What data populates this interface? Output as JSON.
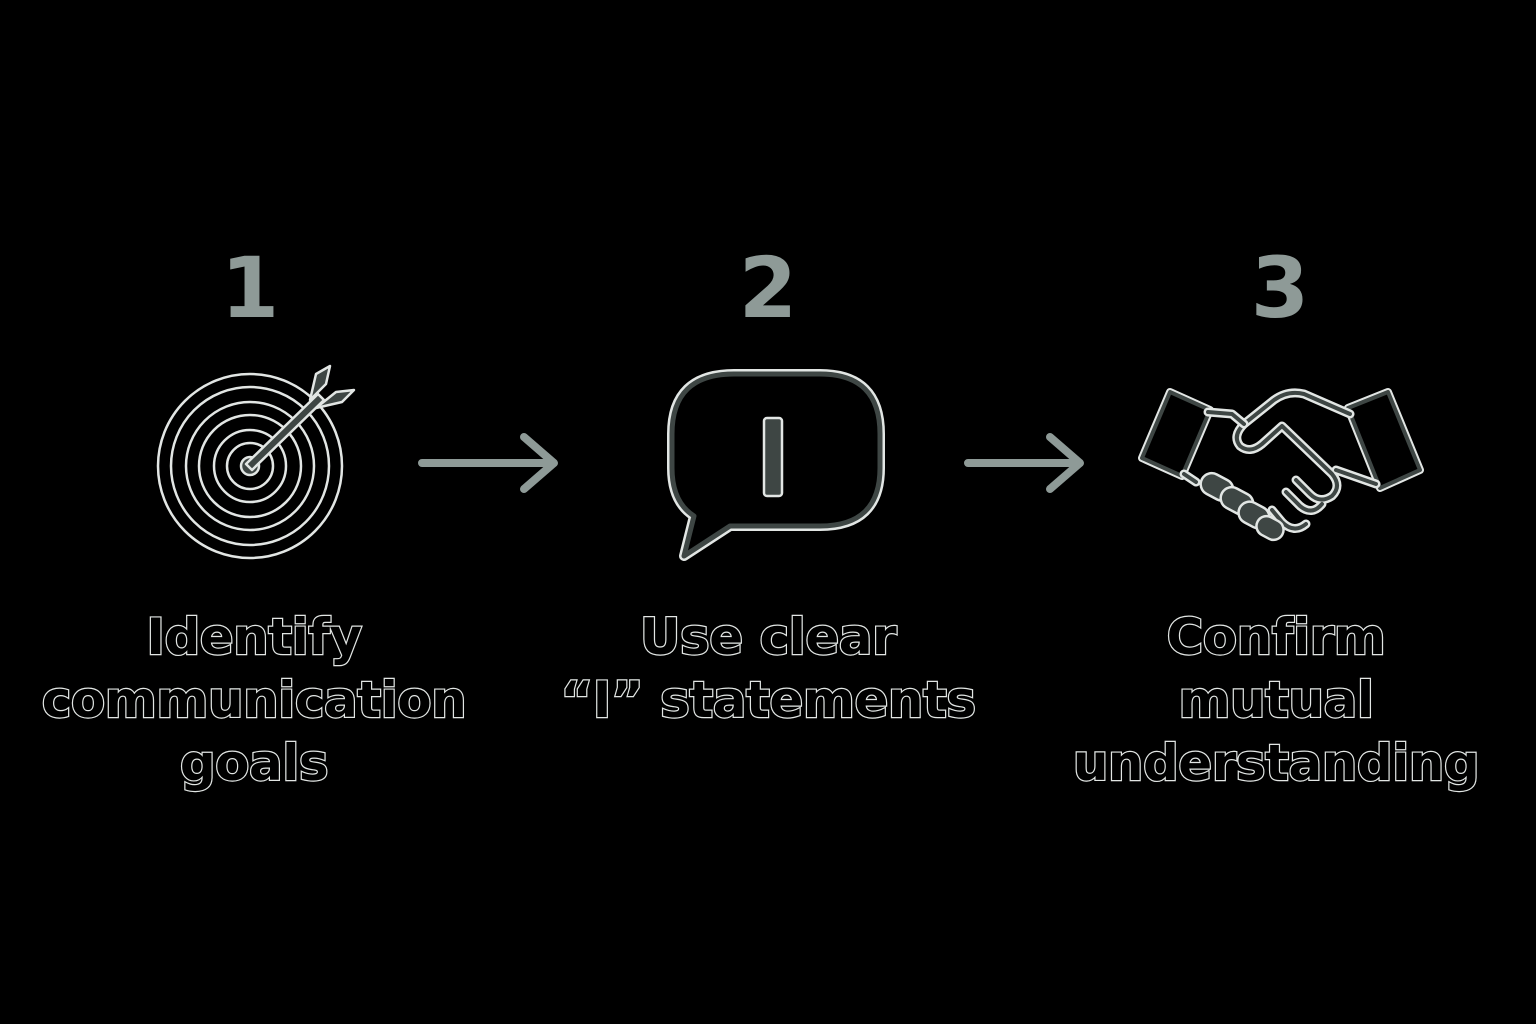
{
  "colors": {
    "background": "#000000",
    "accent": "#8e9a97",
    "outline": "#e2e6e4",
    "icon_fill": "#3e4644"
  },
  "steps": [
    {
      "number": "1",
      "label_lines": [
        "Identify",
        "communication",
        "goals"
      ],
      "icon": "target-with-arrow-icon"
    },
    {
      "number": "2",
      "label_lines": [
        "Use clear",
        "“I” statements"
      ],
      "icon": "speech-bubble-i-icon"
    },
    {
      "number": "3",
      "label_lines": [
        "Confirm",
        "mutual",
        "understanding"
      ],
      "icon": "handshake-icon"
    }
  ],
  "connectors": [
    "right-arrow-icon",
    "right-arrow-icon"
  ]
}
